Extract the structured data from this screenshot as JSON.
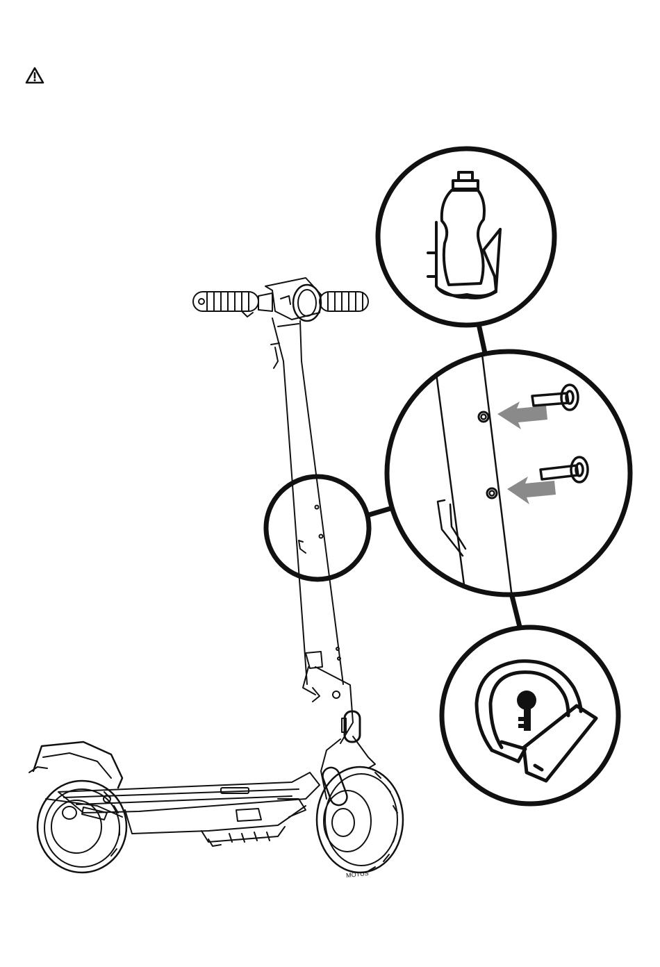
{
  "page": {
    "warning_icon": "warning-triangle-icon",
    "colors": {
      "ink": "#111111",
      "arrow": "#8a8a8a",
      "background": "#ffffff"
    }
  },
  "illustration": {
    "subject": "electric-scooter",
    "callouts": [
      {
        "id": "bottle",
        "icon": "water-bottle-holder-icon"
      },
      {
        "id": "bolts",
        "icon": "mounting-bolts-icon"
      },
      {
        "id": "lock",
        "icon": "u-lock-icon"
      }
    ],
    "tire_text": "MOTUS"
  }
}
